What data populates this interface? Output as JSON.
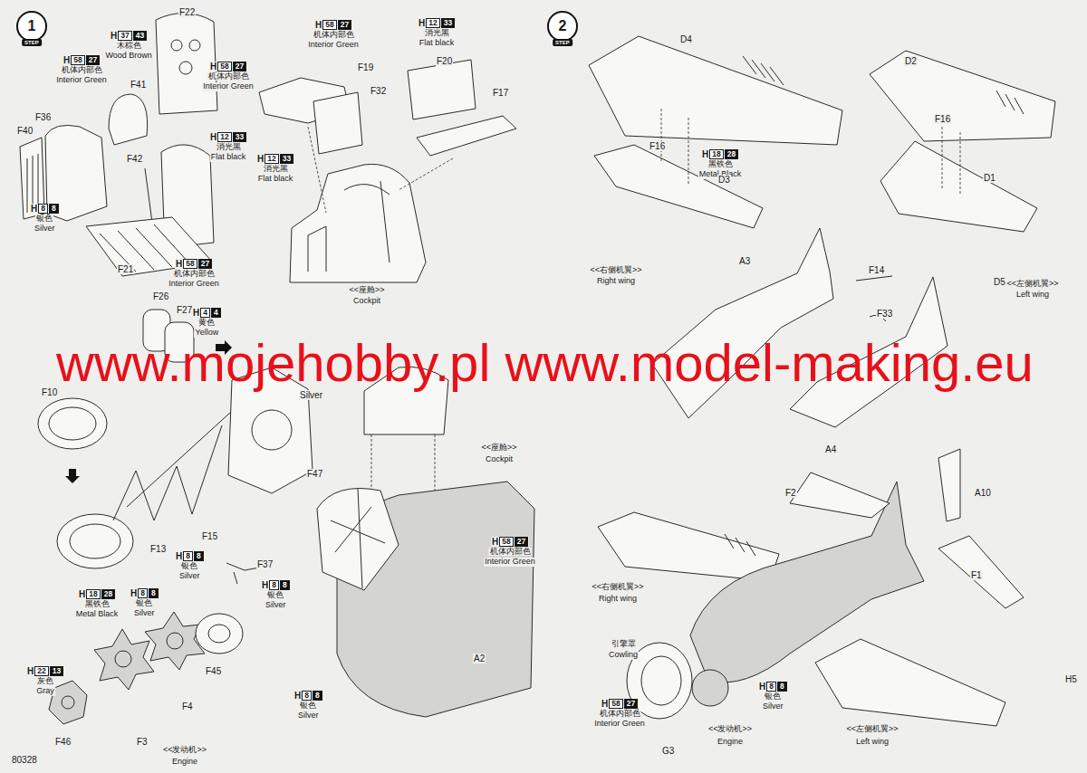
{
  "diagram": {
    "nodes": [
      {
        "text": [
          "1",
          "STEP"
        ]
      },
      {
        "text": [
          "2",
          "STEP"
        ]
      }
    ],
    "labels": [
      "H",
      "37",
      "43",
      "木棕色",
      "Wood Brown",
      "F22",
      "H",
      "58",
      "27",
      "机体内部色",
      "Interior Green",
      "H",
      "58",
      "27",
      "机体内部色",
      "Interior Green",
      "F41",
      "F36",
      "F40",
      "H",
      "12",
      "33",
      "消光黑",
      "Flat black",
      "F42",
      "H",
      "8",
      "8",
      "银色",
      "Silver",
      "H",
      "58",
      "27",
      "机体内部色",
      "Interior Green",
      "F21",
      "H",
      "58",
      "27",
      "机体内部色",
      "Interior Green",
      "F19",
      "F32",
      "H",
      "12",
      "33",
      "消光黑",
      "Flat black",
      "H",
      "12",
      "33",
      "消光黑",
      "Flat black",
      "F20",
      "F17",
      "<<座舱>>",
      "Cockpit",
      "F26",
      "F27",
      "H",
      "4",
      "4",
      "黄色",
      "Yellow",
      "Silver",
      "F10",
      "F47",
      "F15",
      "F13",
      "H",
      "8",
      "8",
      "银色",
      "Silver",
      "F37",
      "H",
      "18",
      "28",
      "黑铁色",
      "Metal Black",
      "H",
      "8",
      "8",
      "银色",
      "Silver",
      "H",
      "8",
      "8",
      "银色",
      "Silver",
      "F45",
      "H",
      "22",
      "13",
      "灰色",
      "Gray",
      "F4",
      "F3",
      "F46",
      "<<发动机>>",
      "Engine",
      "80328",
      "<<座舱>>",
      "Cockpit",
      "H",
      "58",
      "27",
      "机体内部色",
      "Interior Green",
      "A2",
      "H",
      "8",
      "8",
      "银色",
      "Silver",
      "D4",
      "D2",
      "F16",
      "H",
      "18",
      "28",
      "黑铁色",
      "Metal Black",
      "D3",
      "F16",
      "D1",
      "D5",
      "<<右侧机翼>>",
      "Right wing",
      "<<左侧机翼>>",
      "Left wing",
      "A3",
      "F14",
      "F33",
      "A4",
      "F2",
      "A10",
      "F1",
      "<<右侧机翼>>",
      "Right wing",
      "引擎罩",
      "Cowling",
      "H",
      "58",
      "27",
      "机体内部色",
      "Interior Green",
      "G3",
      "H",
      "8",
      "8",
      "银色",
      "Silver",
      "<<发动机>>",
      "Engine",
      "<<左侧机翼>>",
      "Left wing",
      "H5",
      "www.mojehobby.pl www.model-making.eu"
    ]
  }
}
